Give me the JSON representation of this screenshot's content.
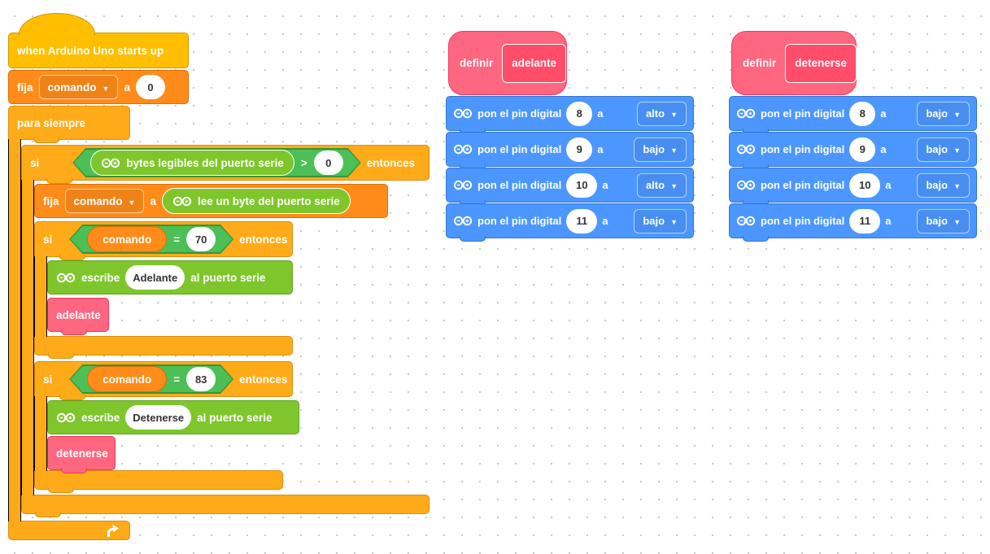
{
  "colors": {
    "events_yellow": "#FFBF00",
    "control_orange": "#FFAB19",
    "variables_orange": "#FF8C1A",
    "operators_green": "#4CBF56",
    "arduino_green": "#7EC62B",
    "arduino_blue": "#4C97FF",
    "custom_pink": "#FF6680",
    "custom_pink_dark": "#FF4D6A"
  },
  "main": {
    "hat": "when Arduino Uno starts up",
    "set_init": {
      "set": "fija",
      "var": "comando",
      "to": "a",
      "value": "0"
    },
    "forever": "para siempre",
    "if_serial": {
      "if": "si",
      "reporter": "bytes legibles del puerto serie",
      "op": ">",
      "value": "0",
      "then": "entonces"
    },
    "set_read": {
      "set": "fija",
      "var": "comando",
      "to": "a",
      "reporter": "lee un byte del puerto serie"
    },
    "if_forward": {
      "if": "si",
      "var": "comando",
      "op": "=",
      "value": "70",
      "then": "entonces"
    },
    "write_forward": {
      "write": "escribe",
      "value": "Adelante",
      "suffix": "al puerto serie"
    },
    "call_forward": "adelante",
    "if_stop": {
      "if": "si",
      "var": "comando",
      "op": "=",
      "value": "83",
      "then": "entonces"
    },
    "write_stop": {
      "write": "escribe",
      "value": "Detenerse",
      "suffix": "al puerto serie"
    },
    "call_stop": "detenerse"
  },
  "def_adelante": {
    "define": "definir",
    "name": "adelante",
    "rows": [
      {
        "label": "pon el pin digital",
        "pin": "8",
        "to": "a",
        "state": "alto"
      },
      {
        "label": "pon el pin digital",
        "pin": "9",
        "to": "a",
        "state": "bajo"
      },
      {
        "label": "pon el pin digital",
        "pin": "10",
        "to": "a",
        "state": "alto"
      },
      {
        "label": "pon el pin digital",
        "pin": "11",
        "to": "a",
        "state": "bajo"
      }
    ]
  },
  "def_detenerse": {
    "define": "definir",
    "name": "detenerse",
    "rows": [
      {
        "label": "pon el pin digital",
        "pin": "8",
        "to": "a",
        "state": "bajo"
      },
      {
        "label": "pon el pin digital",
        "pin": "9",
        "to": "a",
        "state": "bajo"
      },
      {
        "label": "pon el pin digital",
        "pin": "10",
        "to": "a",
        "state": "bajo"
      },
      {
        "label": "pon el pin digital",
        "pin": "11",
        "to": "a",
        "state": "bajo"
      }
    ]
  }
}
